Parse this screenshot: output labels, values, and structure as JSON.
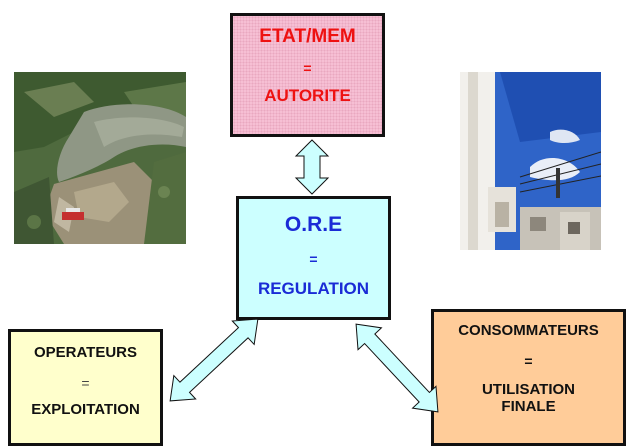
{
  "diagram": {
    "etat": {
      "line1": "ETAT/MEM",
      "line2": "=",
      "line3": "AUTORITE"
    },
    "ore": {
      "line1": "O.R.E",
      "line2": "=",
      "line3": "REGULATION"
    },
    "operateurs": {
      "line1": "OPERATEURS",
      "line2": "=",
      "line3": "EXPLOITATION"
    },
    "consommateurs": {
      "line1": "CONSOMMATEURS",
      "line2": "=",
      "line3": "UTILISATION",
      "line4": "FINALE"
    }
  },
  "colors": {
    "etat_fill": "#f6bfd4",
    "etat_text": "#ee1111",
    "ore_fill": "#ccffff",
    "ore_text": "#1a2bd6",
    "operateurs_fill": "#ffffcc",
    "consommateurs_fill": "#ffcc99",
    "arrow_fill": "#ccffff"
  }
}
